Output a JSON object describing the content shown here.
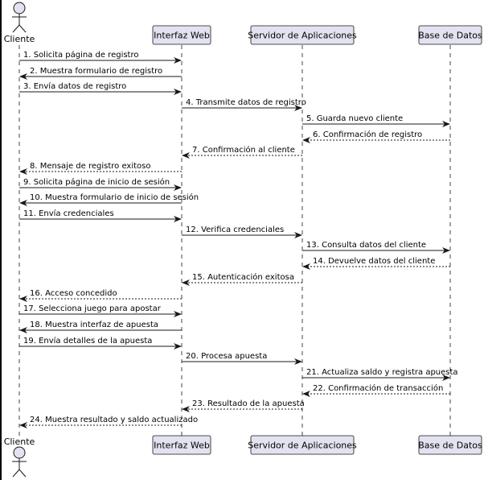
{
  "colors": {
    "participant_fill": "#E2E2F0",
    "participant_border": "#181818",
    "lifeline": "#181818",
    "arrow": "#181818",
    "left_bar": "#000000"
  },
  "participants": [
    {
      "id": "cliente",
      "label": "Cliente",
      "kind": "actor"
    },
    {
      "id": "web",
      "label": "Interfaz Web",
      "kind": "box"
    },
    {
      "id": "servidor",
      "label": "Servidor de Aplicaciones",
      "kind": "box"
    },
    {
      "id": "bd",
      "label": "Base de Datos",
      "kind": "box"
    }
  ],
  "messages": [
    {
      "from": "cliente",
      "to": "web",
      "label": "1. Solicita página de registro",
      "style": "solid"
    },
    {
      "from": "web",
      "to": "cliente",
      "label": "2. Muestra formulario de registro",
      "style": "solid"
    },
    {
      "from": "cliente",
      "to": "web",
      "label": "3. Envía datos de registro",
      "style": "solid"
    },
    {
      "from": "web",
      "to": "servidor",
      "label": "4. Transmite datos de registro",
      "style": "solid"
    },
    {
      "from": "servidor",
      "to": "bd",
      "label": "5. Guarda nuevo cliente",
      "style": "solid"
    },
    {
      "from": "bd",
      "to": "servidor",
      "label": "6. Confirmación de registro",
      "style": "dashed"
    },
    {
      "from": "servidor",
      "to": "web",
      "label": "7. Confirmación al cliente",
      "style": "dashed"
    },
    {
      "from": "web",
      "to": "cliente",
      "label": "8. Mensaje de registro exitoso",
      "style": "dashed"
    },
    {
      "from": "cliente",
      "to": "web",
      "label": "9. Solicita página de inicio de sesión",
      "style": "solid"
    },
    {
      "from": "web",
      "to": "cliente",
      "label": "10. Muestra formulario de inicio de sesión",
      "style": "solid"
    },
    {
      "from": "cliente",
      "to": "web",
      "label": "11. Envía credenciales",
      "style": "solid"
    },
    {
      "from": "web",
      "to": "servidor",
      "label": "12. Verifica credenciales",
      "style": "solid"
    },
    {
      "from": "servidor",
      "to": "bd",
      "label": "13. Consulta datos del cliente",
      "style": "solid"
    },
    {
      "from": "bd",
      "to": "servidor",
      "label": "14. Devuelve datos del cliente",
      "style": "dashed"
    },
    {
      "from": "servidor",
      "to": "web",
      "label": "15. Autenticación exitosa",
      "style": "dashed"
    },
    {
      "from": "web",
      "to": "cliente",
      "label": "16. Acceso concedido",
      "style": "dashed"
    },
    {
      "from": "cliente",
      "to": "web",
      "label": "17. Selecciona juego para apostar",
      "style": "solid"
    },
    {
      "from": "web",
      "to": "cliente",
      "label": "18. Muestra interfaz de apuesta",
      "style": "solid"
    },
    {
      "from": "cliente",
      "to": "web",
      "label": "19. Envía detalles de la apuesta",
      "style": "solid"
    },
    {
      "from": "web",
      "to": "servidor",
      "label": "20. Procesa apuesta",
      "style": "solid"
    },
    {
      "from": "servidor",
      "to": "bd",
      "label": "21. Actualiza saldo y registra apuesta",
      "style": "solid"
    },
    {
      "from": "bd",
      "to": "servidor",
      "label": "22. Confirmación de transacción",
      "style": "dashed"
    },
    {
      "from": "servidor",
      "to": "web",
      "label": "23. Resultado de la apuesta",
      "style": "dashed"
    },
    {
      "from": "web",
      "to": "cliente",
      "label": "24. Muestra resultado y saldo actualizado",
      "style": "dashed"
    }
  ]
}
